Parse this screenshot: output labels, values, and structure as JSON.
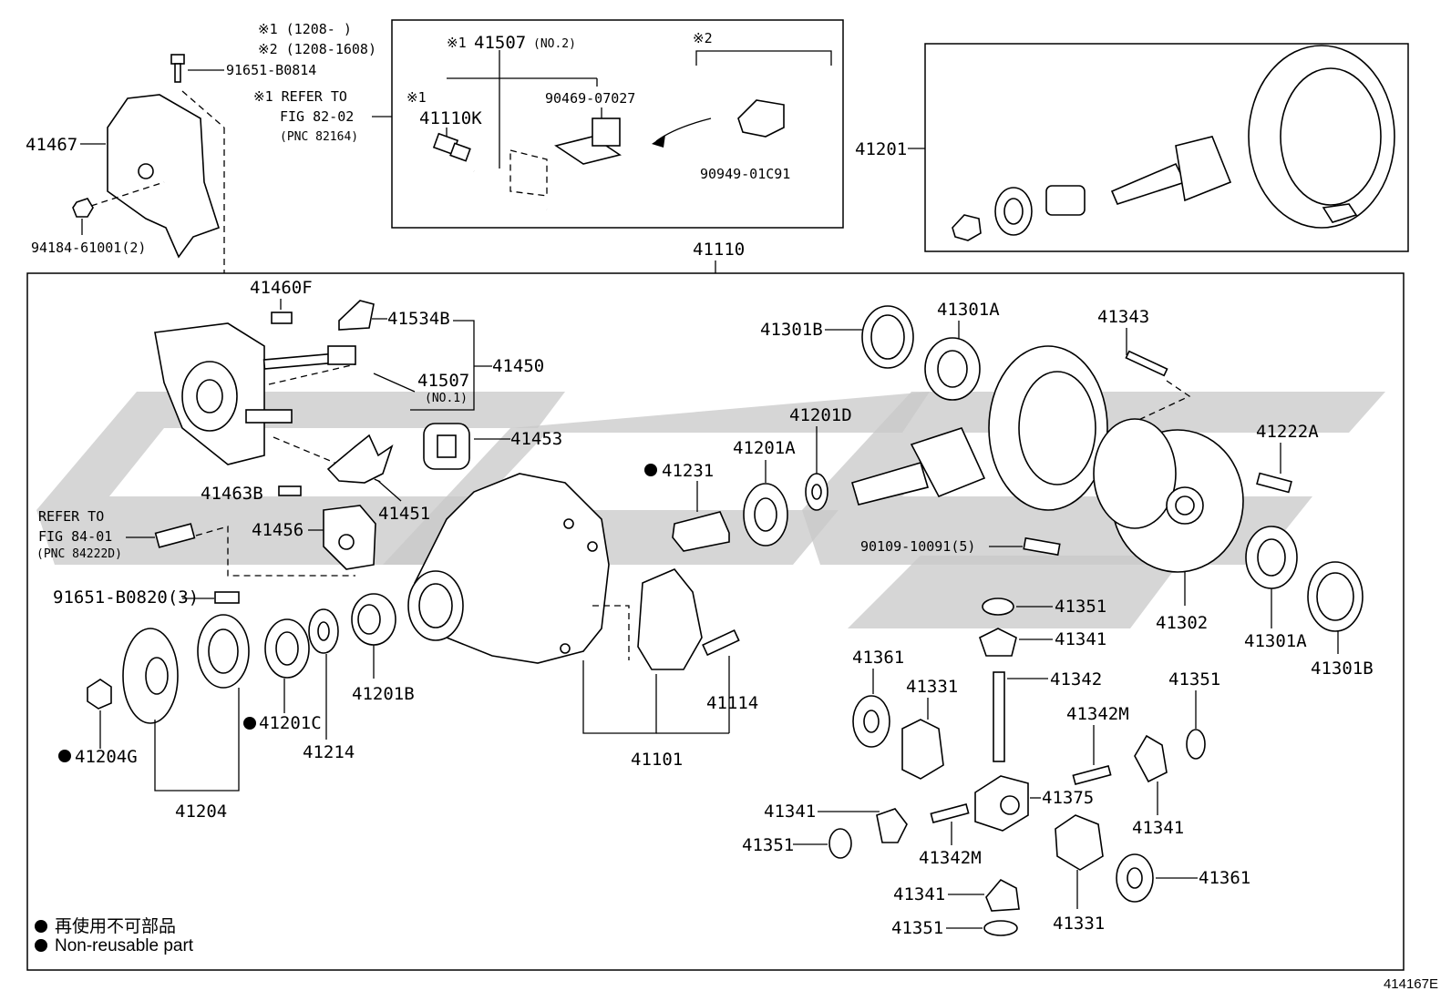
{
  "notes": {
    "n1": "※1 (1208-  )",
    "n2": "※2 (1208-1608)",
    "refer1_a": "※1 REFER TO",
    "refer1_b": "FIG 82-02",
    "refer1_c": "(PNC 82164)",
    "refer2_a": "REFER TO",
    "refer2_b": "FIG 84-01",
    "refer2_c": "(PNC 84222D)",
    "inset_mark1": "※1",
    "inset_mark1b": "※1",
    "inset_mark2": "※2",
    "no2": "(NO.2)",
    "no1": "(NO.1)"
  },
  "parts": {
    "p91651_b0814": "91651-B0814",
    "p41467": "41467",
    "p94184": "94184-61001(2)",
    "p41507_top": "41507",
    "p41110k": "41110K",
    "p90469": "90469-07027",
    "p90949": "90949-01C91",
    "p41201": "41201",
    "p41110": "41110",
    "p41460f": "41460F",
    "p41534b": "41534B",
    "p41450": "41450",
    "p41507": "41507",
    "p41453": "41453",
    "p41463b": "41463B",
    "p41451": "41451",
    "p41456": "41456",
    "p91651_b0820": "91651-B0820(3)",
    "p41231": "41231",
    "p41201a": "41201A",
    "p41201d": "41201D",
    "p41301b_l": "41301B",
    "p41301a_l": "41301A",
    "p41343": "41343",
    "p41222a": "41222A",
    "p90109": "90109-10091(5)",
    "p41302": "41302",
    "p41301a_r": "41301A",
    "p41301b_r": "41301B",
    "p41351_a": "41351",
    "p41341_a": "41341",
    "p41342": "41342",
    "p41361_l": "41361",
    "p41331_t": "41331",
    "p41342m_a": "41342M",
    "p41351_r": "41351",
    "p41375": "41375",
    "p41341_r": "41341",
    "p41341_l": "41341",
    "p41351_l": "41351",
    "p41342m_b": "41342M",
    "p41341_b": "41341",
    "p41351_b": "41351",
    "p41331_b": "41331",
    "p41361_r": "41361",
    "p41114": "41114",
    "p41101": "41101",
    "p41201b": "41201B",
    "p41214": "41214",
    "p41201c": "41201C",
    "p41204g": "41204G",
    "p41204": "41204"
  },
  "legend": {
    "jp": "再使用不可部品",
    "en": "Non-reusable part"
  },
  "figure_code": "414167E"
}
